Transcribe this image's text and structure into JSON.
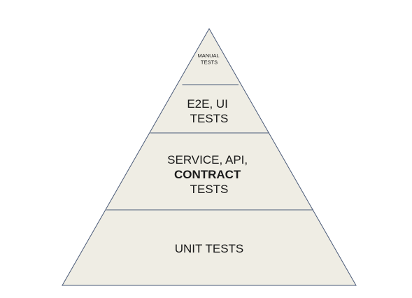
{
  "colors": {
    "fill": "#efede4",
    "stroke": "#4a5a78"
  },
  "tiers": [
    {
      "lines": [
        "MANUAL",
        "TESTS"
      ],
      "bold_line": -1
    },
    {
      "lines": [
        "E2E, UI",
        "TESTS"
      ],
      "bold_line": -1
    },
    {
      "lines": [
        "SERVICE, API,",
        "CONTRACT",
        "TESTS"
      ],
      "bold_line": 1
    },
    {
      "lines": [
        "UNIT TESTS"
      ],
      "bold_line": -1
    }
  ]
}
